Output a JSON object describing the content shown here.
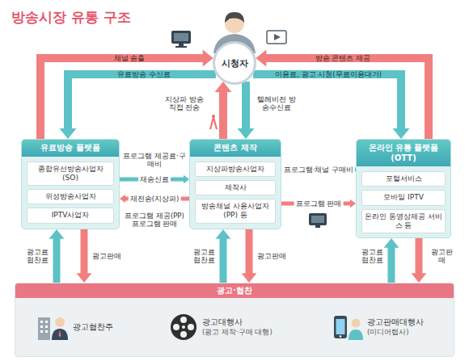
{
  "diagram": {
    "title": "방송시장 유통 구조",
    "nodes": [
      {
        "text": [
          "시청자"
        ]
      },
      {
        "text": [
          "유료방송 플랫폼"
        ]
      },
      {
        "text": [
          "종합유선방송사업자(SO)"
        ],
        "in": 1
      },
      {
        "text": [
          "위성방송사업자"
        ],
        "in": 1
      },
      {
        "text": [
          "IPTV사업자"
        ],
        "in": 1
      },
      {
        "text": [
          "콘텐츠 제작"
        ]
      },
      {
        "text": [
          "지상파방송사업자"
        ],
        "in": 5
      },
      {
        "text": [
          "제작사"
        ],
        "in": 5
      },
      {
        "text": [
          "방송채널 사용사업자(PP) 등"
        ],
        "in": 5
      },
      {
        "text": [
          "온라인 유통 플랫폼 (OTT)"
        ]
      },
      {
        "text": [
          "포털서비스"
        ],
        "in": 9
      },
      {
        "text": [
          "모바일 IPTV"
        ],
        "in": 9
      },
      {
        "text": [
          "온라인 동영상제공 서비스 등"
        ],
        "in": 9
      },
      {
        "text": [
          "광고·협찬"
        ]
      },
      {
        "text": [
          "광고협찬주"
        ],
        "in": 13
      },
      {
        "text": [
          "광고대행사",
          "(광고 제작·구매 대행)"
        ],
        "in": 13
      },
      {
        "text": [
          "광고판매대행사",
          "(미디어렙사)"
        ],
        "in": 13
      }
    ],
    "edges": [
      {
        "from": 1,
        "to": 0,
        "label": "채널 송출",
        "arrow": "to"
      },
      {
        "from": 0,
        "to": 1,
        "label": "유료방송 수신료",
        "arrow": "to"
      },
      {
        "from": 5,
        "to": 0,
        "label": "지상파 방송 직접 전송",
        "arrow": "to"
      },
      {
        "from": 0,
        "to": 5,
        "label": "텔레비전 방송수신료",
        "arrow": "to"
      },
      {
        "from": 9,
        "to": 0,
        "label": "방송 콘텐츠 제공",
        "arrow": "to"
      },
      {
        "from": 0,
        "to": 9,
        "label": "이용료, 광고 시청(무료이용대가)",
        "arrow": "to"
      },
      {
        "from": 1,
        "to": 5,
        "label": "프로그램 제공료·구매비",
        "arrow": "to"
      },
      {
        "from": 1,
        "to": 5,
        "label": "재송신료",
        "arrow": "to"
      },
      {
        "from": 5,
        "to": 1,
        "label": "재전송(지상파)",
        "arrow": "to"
      },
      {
        "from": 5,
        "to": 1,
        "label": "프로그램 제공(PP) 프로그램 판매",
        "arrow": "to"
      },
      {
        "from": 9,
        "to": 5,
        "label": "프로그램·채널 구매비",
        "arrow": "to"
      },
      {
        "from": 5,
        "to": 9,
        "label": "프로그램 판매",
        "arrow": "to"
      },
      {
        "from": 13,
        "to": 1,
        "label": "광고료 협찬료",
        "arrow": "to"
      },
      {
        "from": 1,
        "to": 13,
        "label": "광고판매",
        "arrow": "to"
      },
      {
        "from": 13,
        "to": 5,
        "label": "광고료 협찬료",
        "arrow": "to"
      },
      {
        "from": 5,
        "to": 13,
        "label": "광고판매",
        "arrow": "to"
      },
      {
        "from": 13,
        "to": 9,
        "label": "광고료 협찬료",
        "arrow": "to"
      },
      {
        "from": 9,
        "to": 13,
        "label": "광고판매",
        "arrow": "to"
      },
      {
        "from": 14,
        "to": 15,
        "arrow": "to"
      },
      {
        "from": 15,
        "to": 16,
        "arrow": "to"
      }
    ]
  }
}
